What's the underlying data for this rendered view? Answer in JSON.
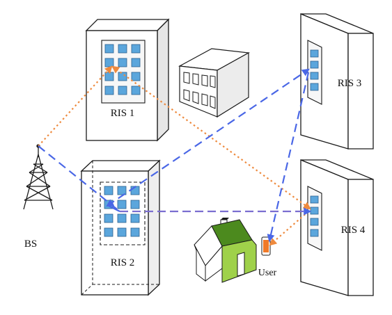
{
  "labels": {
    "ris1": "RIS 1",
    "ris2": "RIS 2",
    "ris3": "RIS 3",
    "ris4": "RIS 4",
    "bs": "BS",
    "user": "User"
  },
  "colors": {
    "outline": "#1a1a1a",
    "ris_element": "#5ba6dc",
    "ris_element_stroke": "#2a5f8f",
    "cascaded_path": "#ee8a3e",
    "alt_path": "#4a67e6",
    "house_wall": "#9fd14a",
    "house_roof": "#4c8a1e",
    "phone": "#f07a28"
  }
}
